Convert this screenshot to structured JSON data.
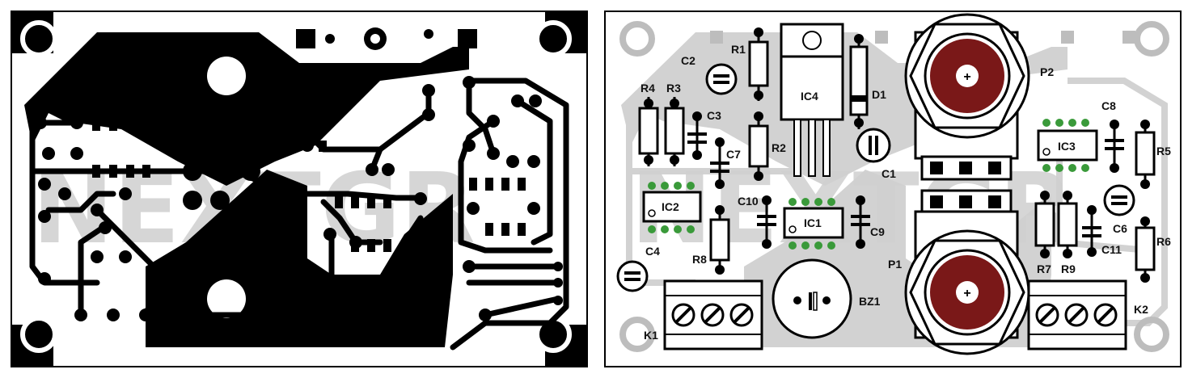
{
  "watermark": "NEXTGR",
  "colors": {
    "copper": "#000000",
    "board": "#ffffff",
    "silk_bg": "#cfcfcf",
    "pad_green": "#3a9a3a",
    "pot_red": "#7a1818"
  },
  "labels": {
    "R1": "R1",
    "R2": "R2",
    "R3": "R3",
    "R4": "R4",
    "R5": "R5",
    "R6": "R6",
    "R7": "R7",
    "R8": "R8",
    "R9": "R9",
    "C1": "C1",
    "C2": "C2",
    "C3": "C3",
    "C4": "C4",
    "C6": "C6",
    "C7": "C7",
    "C8": "C8",
    "C9": "C9",
    "C10": "C10",
    "C11": "C11",
    "IC1": "IC1",
    "IC2": "IC2",
    "IC3": "IC3",
    "IC4": "IC4",
    "D1": "D1",
    "P1": "P1",
    "P2": "P2",
    "BZ1": "BZ1",
    "K1": "K1",
    "K2": "K2"
  }
}
